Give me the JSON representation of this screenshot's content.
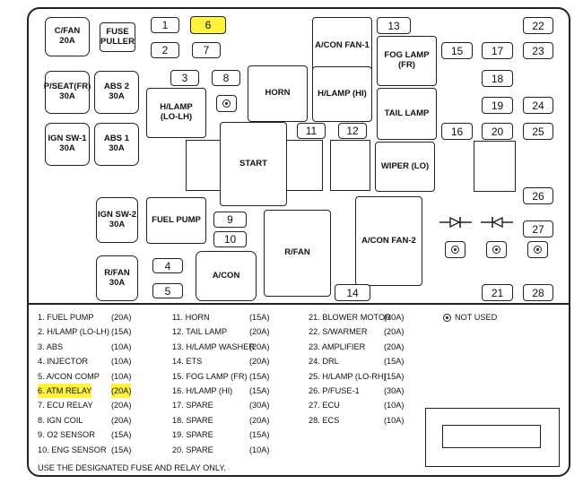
{
  "fuses": {
    "cfan": "C/FAN\n20A",
    "fuse_puller": "FUSE\nPULLER",
    "pseat": "P/SEAT(FR)\n30A",
    "abs2": "ABS 2\n30A",
    "ignsw1": "IGN SW-1\n30A",
    "abs1": "ABS 1\n30A",
    "hlamp_lo_lh": "H/LAMP\n(LO-LH)",
    "horn": "HORN",
    "hlamp_hi": "H/LAMP (HI)",
    "acon_fan1": "A/CON FAN-1",
    "fog_lamp": "FOG LAMP\n(FR)",
    "tail_lamp": "TAIL LAMP",
    "start": "START",
    "wiper_lo": "WIPER (LO)",
    "ignsw2": "IGN SW-2\n30A",
    "fuel_pump": "FUEL PUMP",
    "rfan_small": "R/FAN\n30A",
    "acon": "A/CON",
    "rfan": "R/FAN",
    "acon_fan2": "A/CON FAN-2"
  },
  "slots": {
    "n1": "1",
    "n2": "2",
    "n3": "3",
    "n4": "4",
    "n5": "5",
    "n6": "6",
    "n7": "7",
    "n8": "8",
    "n9": "9",
    "n10": "10",
    "n11": "11",
    "n12": "12",
    "n13": "13",
    "n14": "14",
    "n15": "15",
    "n16": "16",
    "n17": "17",
    "n18": "18",
    "n19": "19",
    "n20": "20",
    "n21": "21",
    "n22": "22",
    "n23": "23",
    "n24": "24",
    "n25": "25",
    "n26": "26",
    "n27": "27",
    "n28": "28"
  },
  "highlight_color": "#fff23b",
  "legend": {
    "col1": [
      {
        "name": "1. FUEL PUMP",
        "amp": "(20A)"
      },
      {
        "name": "2. H/LAMP (LO-LH)",
        "amp": "(15A)"
      },
      {
        "name": "3. ABS",
        "amp": "(10A)"
      },
      {
        "name": "4. INJECTOR",
        "amp": "(10A)"
      },
      {
        "name": "5. A/CON COMP",
        "amp": "(10A)"
      },
      {
        "name": "6. ATM RELAY",
        "amp": "(20A)"
      },
      {
        "name": "7. ECU RELAY",
        "amp": "(20A)"
      },
      {
        "name": "8. IGN COIL",
        "amp": "(20A)"
      },
      {
        "name": "9. O2 SENSOR",
        "amp": "(15A)"
      },
      {
        "name": "10. ENG SENSOR",
        "amp": "(15A)"
      }
    ],
    "col2": [
      {
        "name": "11. HORN",
        "amp": "(15A)"
      },
      {
        "name": "12. TAIL LAMP",
        "amp": "(20A)"
      },
      {
        "name": "13. H/LAMP WASHER",
        "amp": "(20A)"
      },
      {
        "name": "14. ETS",
        "amp": "(20A)"
      },
      {
        "name": "15. FOG LAMP (FR)",
        "amp": "(15A)"
      },
      {
        "name": "16. H/LAMP (HI)",
        "amp": "(15A)"
      },
      {
        "name": "17. SPARE",
        "amp": "(30A)"
      },
      {
        "name": "18. SPARE",
        "amp": "(20A)"
      },
      {
        "name": "19. SPARE",
        "amp": "(15A)"
      },
      {
        "name": "20. SPARE",
        "amp": "(10A)"
      }
    ],
    "col3": [
      {
        "name": "21. BLOWER MOTOR",
        "amp": "(30A)"
      },
      {
        "name": "22. S/WARMER",
        "amp": "(20A)"
      },
      {
        "name": "23. AMPLIFIER",
        "amp": "(20A)"
      },
      {
        "name": "24. DRL",
        "amp": "(15A)"
      },
      {
        "name": "25. H/LAMP (LO-RH)",
        "amp": "(15A)"
      },
      {
        "name": "26. P/FUSE-1",
        "amp": "(30A)"
      },
      {
        "name": "27. ECU",
        "amp": "(10A)"
      },
      {
        "name": "28. ECS",
        "amp": "(10A)"
      }
    ],
    "highlighted_index": 5,
    "not_used_label": "NOT USED",
    "footnote": "USE THE DESIGNATED FUSE AND RELAY ONLY."
  }
}
